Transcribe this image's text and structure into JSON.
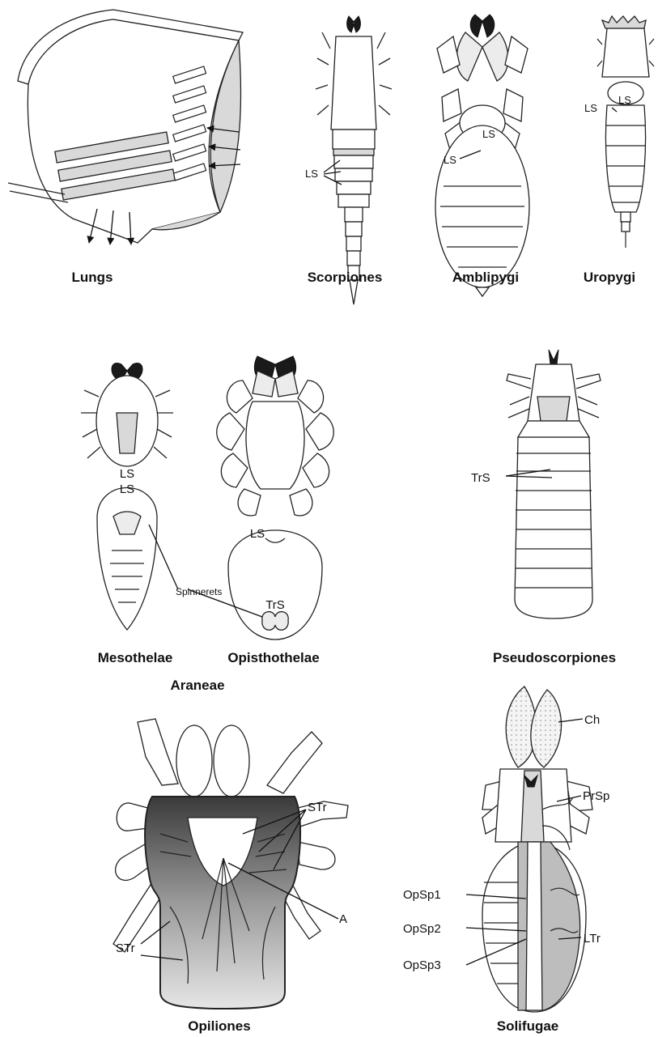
{
  "panels": {
    "lungs": "Lungs",
    "scorpiones": "Scorpiones",
    "amblipygi": "Amblipygi",
    "uropygi": "Uropygi",
    "mesothelae": "Mesothelae",
    "opisthothelae": "Opisthothelae",
    "araneae": "Araneae",
    "pseudoscorpiones": "Pseudoscorpiones",
    "opiliones": "Opiliones",
    "solifugae": "Solifugae"
  },
  "labels": {
    "ls": "LS",
    "trs": "TrS",
    "spinnerets": "Spinnerets",
    "str": "STr",
    "a": "A",
    "ch": "Ch",
    "prsp": "PrSp",
    "opsp1": "OpSp1",
    "opsp2": "OpSp2",
    "opsp3": "OpSp3",
    "ltr": "LTr"
  },
  "colors": {
    "ink": "#111111",
    "shade": "#d9d9d9",
    "background": "#ffffff"
  }
}
